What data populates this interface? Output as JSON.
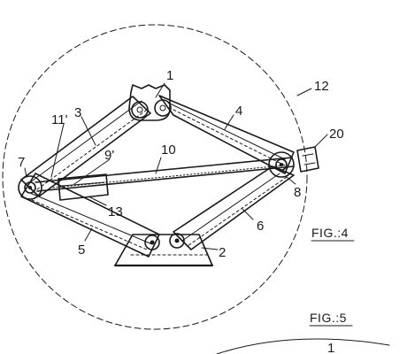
{
  "figures": [
    {
      "id": "fig4",
      "label": "FIG.:4"
    },
    {
      "id": "fig5",
      "label": "FIG.:5"
    }
  ],
  "labels": {
    "l1": "1",
    "l2": "2",
    "l3": "3",
    "l4": "4",
    "l5": "5",
    "l6": "6",
    "l7": "7",
    "l8": "8",
    "l9p": "9'",
    "l10": "10",
    "l11p": "11'",
    "l12": "12",
    "l13": "13",
    "l20": "20",
    "l1_fig5": "1"
  }
}
